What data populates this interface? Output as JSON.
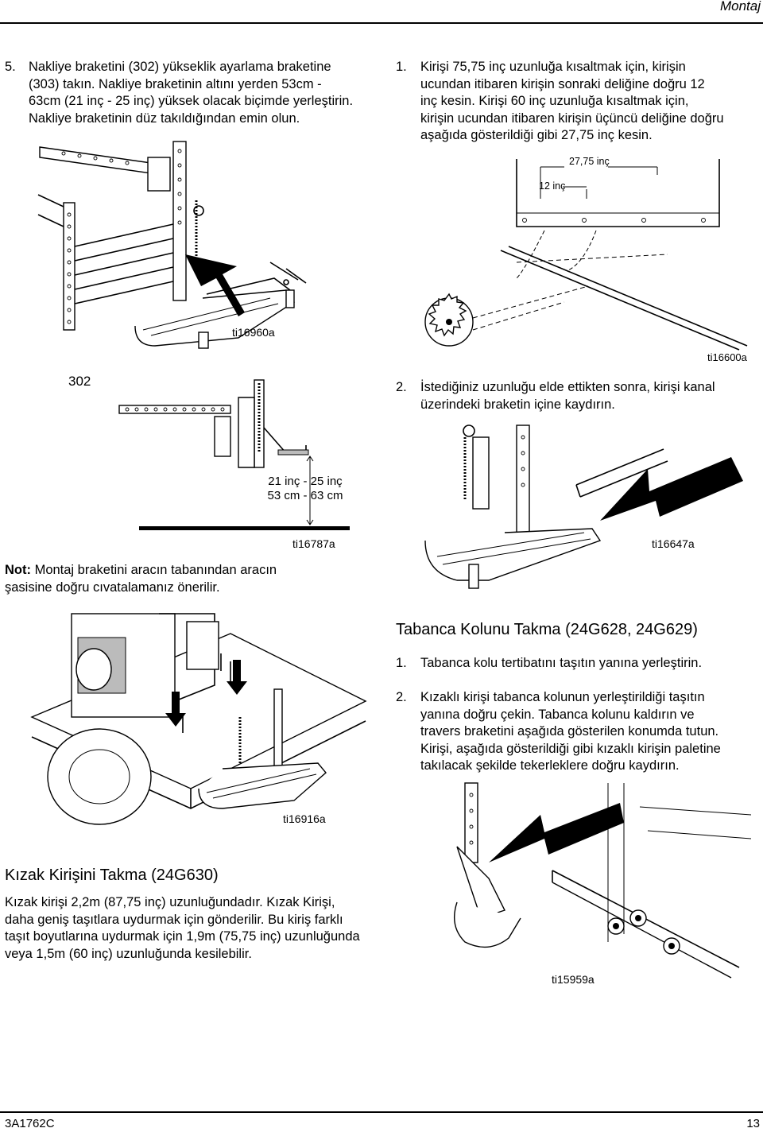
{
  "header": {
    "section_title": "Montaj"
  },
  "left": {
    "step5": {
      "number": "5.",
      "lines": [
        "Nakliye braketini (302) yükseklik ayarlama braketine",
        "(303) takın. Nakliye braketinin altını yerden 53cm -",
        "63cm (21 inç - 25 inç) yüksek olacak biçimde yerleştirin.",
        "Nakliye braketinin düz takıldığından emin olun."
      ]
    },
    "fig_ti16960a": {
      "label": "ti16960a",
      "part_label": "302"
    },
    "fig_ti16787a": {
      "label": "ti16787a",
      "dim_line1": "21 inç - 25 inç",
      "dim_line2": "53 cm - 63 cm"
    },
    "note": {
      "prefix": "Not:",
      "line1": " Montaj braketini aracın tabanından aracın",
      "line2": "şasisine doğru cıvatalamanız önerilir."
    },
    "fig_ti16916a": {
      "label": "ti16916a"
    },
    "skid_section": {
      "heading": "Kızak Kirişini Takma (24G630)",
      "lines": [
        "Kızak kirişi 2,2m (87,75 inç) uzunluğundadır. Kızak Kirişi,",
        "daha geniş taşıtlara uydurmak için gönderilir. Bu kiriş farklı",
        "taşıt boyutlarına uydurmak için 1,9m (75,75 inç) uzunluğunda",
        "veya 1,5m (60 inç) uzunluğunda kesilebilir."
      ]
    }
  },
  "right": {
    "step1": {
      "number": "1.",
      "lines": [
        "Kirişi 75,75 inç uzunluğa kısaltmak için, kirişin",
        "ucundan itibaren kirişin sonraki deliğine doğru 12",
        "inç kesin. Kirişi 60 inç uzunluğa kısaltmak için,",
        "kirişin ucundan itibaren kirişin üçüncü deliğine doğru",
        "aşağıda gösterildiği gibi 27,75 inç kesin."
      ]
    },
    "fig_ti16600a": {
      "label": "ti16600a",
      "dim_long": "27,75 inç",
      "dim_short": "12 inç"
    },
    "step2": {
      "number": "2.",
      "lines": [
        "İstediğiniz uzunluğu elde ettikten sonra, kirişi kanal",
        "üzerindeki braketin içine kaydırın."
      ]
    },
    "fig_ti16647a": {
      "label": "ti16647a"
    },
    "gun_arm_section": {
      "heading": "Tabanca Kolunu Takma (24G628, 24G629)",
      "steps": [
        {
          "number": "1.",
          "lines": [
            "Tabanca kolu tertibatını taşıtın yanına yerleştirin."
          ]
        },
        {
          "number": "2.",
          "lines": [
            "Kızaklı kirişi tabanca kolunun yerleştirildiği taşıtın",
            "yanına doğru çekin. Tabanca kolunu kaldırın ve",
            "travers braketini aşağıda gösterilen konumda tutun.",
            "Kirişi, aşağıda gösterildiği gibi kızaklı kirişin paletine",
            "takılacak şekilde tekerleklere doğru kaydırın."
          ]
        }
      ]
    },
    "fig_ti15959a": {
      "label": "ti15959a"
    }
  },
  "footer": {
    "doc_id": "3A1762C",
    "page_number": "13"
  }
}
